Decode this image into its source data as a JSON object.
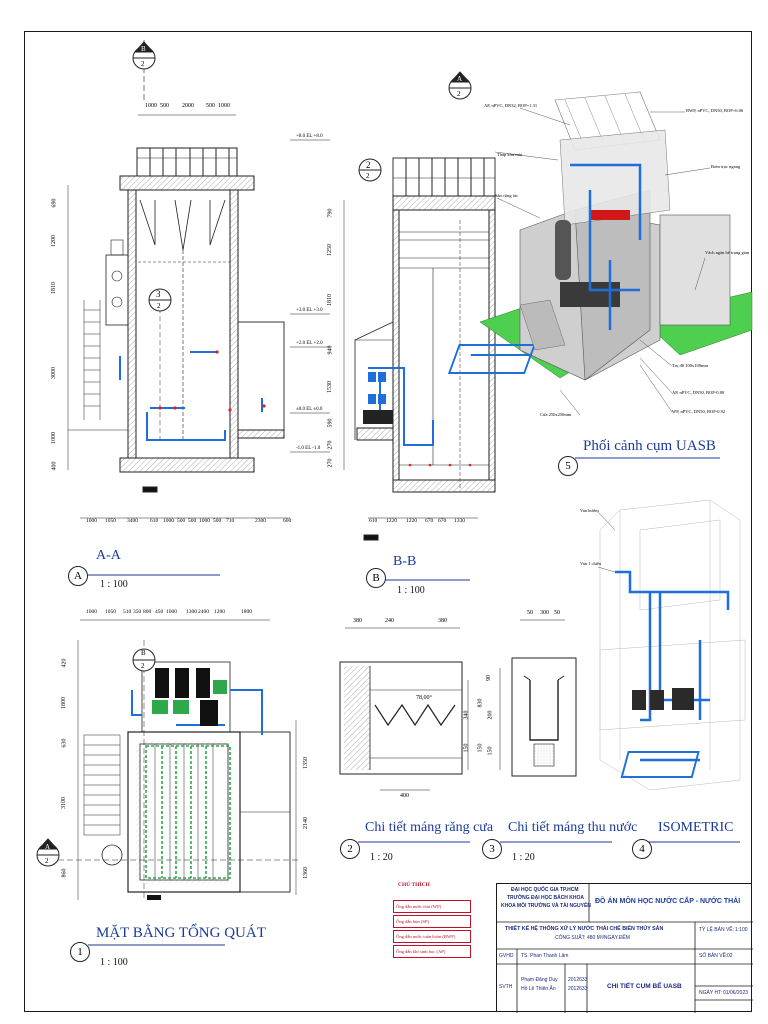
{
  "section_aa": {
    "circle": "A",
    "title": "A-A",
    "scale": "1 : 100"
  },
  "section_bb": {
    "circle": "B",
    "title": "B-B",
    "scale": "1 : 100"
  },
  "plan": {
    "circle": "1",
    "title": "MẶT BẰNG TỔNG QUÁT",
    "scale": "1 : 100"
  },
  "detail2": {
    "circle": "2",
    "title": "Chi tiết máng răng cưa",
    "scale": "1 : 20"
  },
  "detail3": {
    "circle": "3",
    "title": "Chi tiết máng thu nước",
    "scale": "1 : 20"
  },
  "detail4": {
    "circle": "4",
    "title": "ISOMETRIC"
  },
  "detail5": {
    "circle": "5",
    "title": "Phối cảnh cụm UASB"
  },
  "section_markers": {
    "b": "B",
    "a": "A",
    "two": "2",
    "three": "3"
  },
  "dims_aa_top": [
    "1000",
    "500",
    "2000",
    "500",
    "1000"
  ],
  "dims_aa_left": [
    "690",
    "1200",
    "1810",
    "3000",
    "1000",
    "400"
  ],
  "dims_aa_bottom": [
    "1000",
    "1050",
    "3400",
    "610",
    "1000",
    "500",
    "500",
    "1000",
    "500",
    "710",
    "2300",
    "600"
  ],
  "elevations": [
    "+8.0 EL +8.0",
    "+3.0 EL +3.0",
    "+2.0 EL +2.0",
    "±0.0 EL ±0.0",
    "-1.0 EL -1.0"
  ],
  "dims_bb_left": [
    "790",
    "1250",
    "1810",
    "940",
    "1530",
    "590",
    "270",
    "270"
  ],
  "dims_bb_bottom": [
    "610",
    "1220",
    "1220",
    "670",
    "670",
    "1330"
  ],
  "dims_plan_top": [
    "1000",
    "1050",
    "510",
    "350",
    "800",
    "450",
    "1000",
    "1300",
    "2400",
    "1200",
    "1800"
  ],
  "dims_plan_left": [
    "420",
    "1800",
    "630",
    "3100",
    "860"
  ],
  "dims_plan_right": [
    "1350",
    "2140",
    "1360"
  ],
  "detail2_dims": [
    "380",
    "240",
    "380",
    "78,00°",
    "340",
    "150",
    "830",
    "150",
    "400"
  ],
  "detail3_dims": [
    "50",
    "300",
    "50",
    "90",
    "200",
    "150"
  ],
  "callouts_5": [
    "AP, nPVC, DN32, BOP+1.31",
    "Tháp khử mùi",
    "Sàn công tác",
    "BWP, nPVC, DN50, BOP+6.06",
    "Bơm trục ngang",
    "Vách ngăn bể trung gian",
    "Trụ đỡ 100x100mm",
    "AP, nPVC, DN50, BOP-0.80",
    "WP, nPVC, DN50, BOP-0.92",
    "Cửa 250x250mm"
  ],
  "callouts_4": [
    "Van bướm",
    "Van 1 chiều"
  ],
  "legend": {
    "title": "CHÚ THÍCH",
    "items": [
      "Ống dẫn nước thải (WP)",
      "Ống dẫn bùn (SP)",
      "Ống dẫn nước tuần hoàn (BWP)",
      "Ống dẫn khí sinh học (AP)"
    ]
  },
  "title_block": {
    "university": "ĐẠI HỌC QUỐC GIA TP.HCM",
    "school": "TRƯỜNG ĐẠI HỌC BÁCH KHOA",
    "faculty": "KHOA MÔI TRƯỜNG VÀ TÀI NGUYÊN",
    "project": "ĐỒ ÁN MÔN HỌC NƯỚC CẤP - NƯỚC THẢI",
    "design": "THIẾT KẾ HỆ THỐNG XỬ LÝ NƯỚC THẢI CHẾ BIẾN THỦY SẢN",
    "capacity": "CÔNG SUẤT: 480 M³/NGÀY.ĐÊM",
    "scale_label": "TỶ LỆ BẢN VẼ:",
    "scale_value": "1:100",
    "gvhd_label": "GVHD",
    "gvhd_name": "TS. Phan Thanh Lâm",
    "svth_label": "SVTH",
    "student1": "Phạm Đăng Duy",
    "student1_id": "2012633",
    "student2": "Hồ Lê Thiên Ân",
    "student2_id": "2012633",
    "drawing_title": "CHI TIẾT CỤM BỂ UASB",
    "sheet_label": "SỐ BẢN VẼ:",
    "sheet_value": "02",
    "date_label": "NGÀY HT:",
    "date_value": "01/06/2023"
  },
  "colors": {
    "frame": "#1a1a1a",
    "title_blue": "#1a3a9e",
    "legend_red": "#c0102a",
    "pipe_blue": "#1e6fd9",
    "floor_green": "#4fcf4f"
  }
}
